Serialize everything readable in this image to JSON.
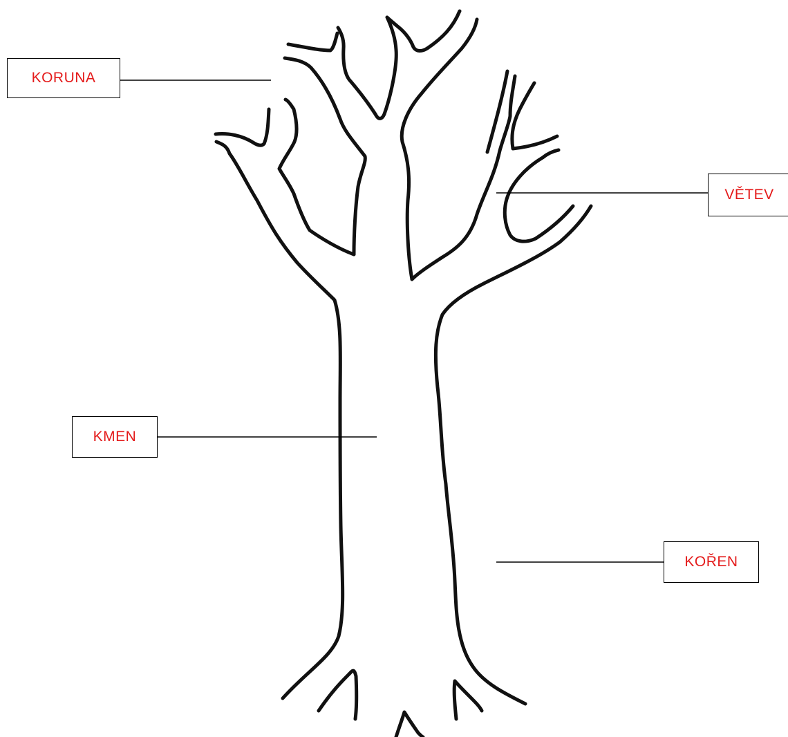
{
  "labels": {
    "crown": "KORUNA",
    "branch": "VĚTEV",
    "trunk": "KMEN",
    "root": "KOŘEN"
  },
  "colors": {
    "label_text": "#e41b1b",
    "outline": "#111111",
    "leader_line": "#000000",
    "background": "#ffffff"
  }
}
